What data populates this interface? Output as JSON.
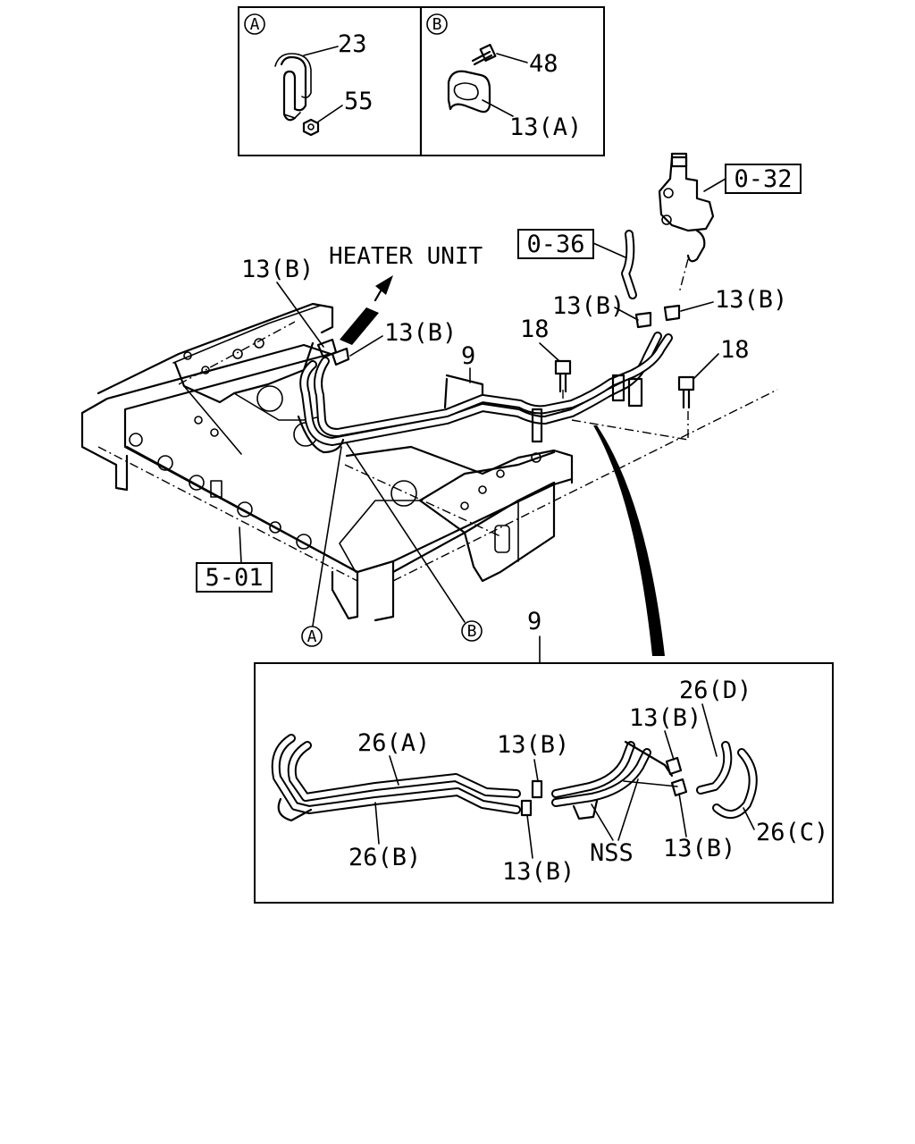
{
  "inset_top": {
    "panel_a": {
      "marker": "A",
      "parts": [
        "23",
        "55"
      ]
    },
    "panel_b": {
      "marker": "B",
      "parts": [
        "48",
        "13(A)"
      ]
    }
  },
  "main_view": {
    "refs": {
      "ref_032": "0-32",
      "ref_036": "0-36",
      "ref_501": "5-01"
    },
    "direction_label": "HEATER UNIT",
    "callouts": {
      "clamp_top_left": "13(B)",
      "clamp_left_mid": "13(B)",
      "clamp_center": "13(B)",
      "clamp_right": "13(B)",
      "pipe_assy": "9",
      "bolt_left": "18",
      "bolt_right": "18"
    },
    "detail_markers": [
      "A",
      "B"
    ]
  },
  "inset_bottom": {
    "assy_label": "9",
    "parts": {
      "hose_a": "26(A)",
      "hose_b": "26(B)",
      "hose_c": "26(C)",
      "hose_d": "26(D)",
      "clamp_1": "13(B)",
      "clamp_2": "13(B)",
      "clamp_3": "13(B)",
      "clamp_4": "13(B)",
      "nss": "NSS"
    }
  }
}
